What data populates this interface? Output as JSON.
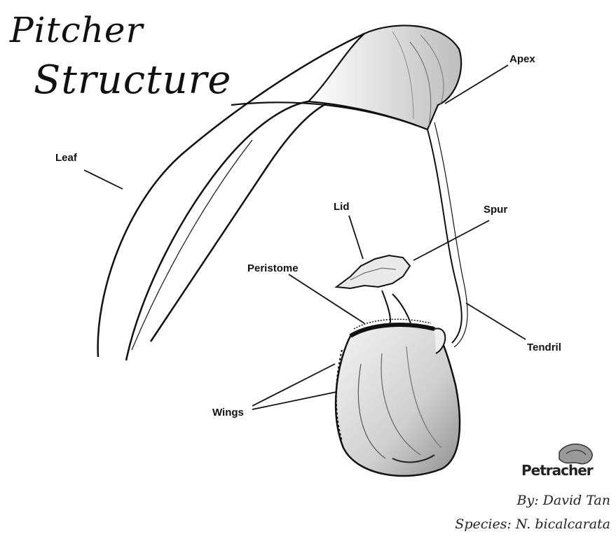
{
  "title": {
    "line1": "Pitcher",
    "line2": "Structure"
  },
  "labels": {
    "apex": "Apex",
    "leaf": "Leaf",
    "lid": "Lid",
    "spur": "Spur",
    "peristome": "Peristome",
    "tendril": "Tendril",
    "wings": "Wings"
  },
  "logo": {
    "text": "Petracher"
  },
  "credits": {
    "author": "By: David Tan",
    "species": "Species: N. bicalcarata"
  }
}
